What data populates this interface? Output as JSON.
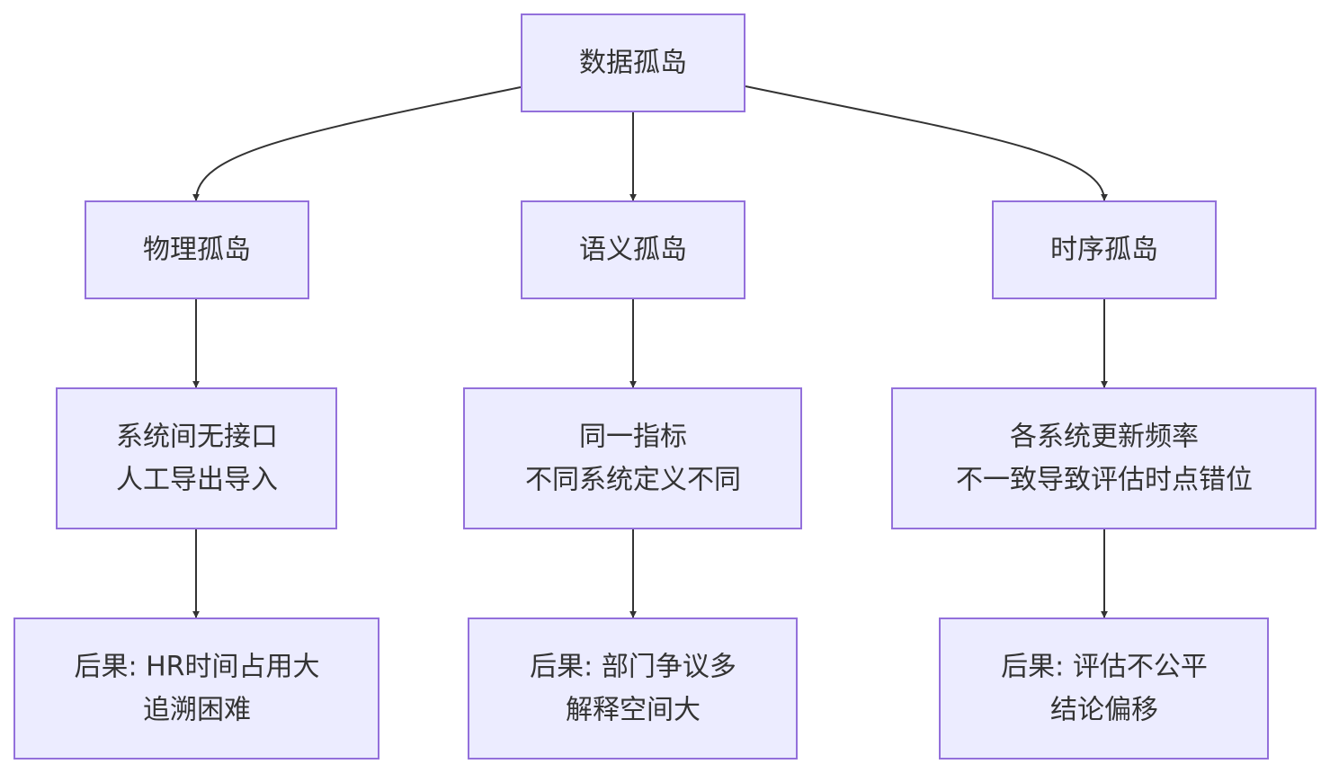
{
  "diagram": {
    "type": "flowchart",
    "nodes": {
      "root": {
        "lines": [
          "数据孤岛"
        ]
      },
      "physical": {
        "lines": [
          "物理孤岛"
        ]
      },
      "semantic": {
        "lines": [
          "语义孤岛"
        ]
      },
      "temporal": {
        "lines": [
          "时序孤岛"
        ]
      },
      "physical_cause": {
        "lines": [
          "系统间无接口",
          "人工导出导入"
        ]
      },
      "semantic_cause": {
        "lines": [
          "同一指标",
          "不同系统定义不同"
        ]
      },
      "temporal_cause": {
        "lines": [
          "各系统更新频率",
          "不一致导致评估时点错位"
        ]
      },
      "physical_effect": {
        "lines": [
          "后果: HR时间占用大",
          "追溯困难"
        ]
      },
      "semantic_effect": {
        "lines": [
          "后果: 部门争议多",
          "解释空间大"
        ]
      },
      "temporal_effect": {
        "lines": [
          "后果: 评估不公平",
          "结论偏移"
        ]
      }
    },
    "edges": [
      {
        "from": "root",
        "to": "physical"
      },
      {
        "from": "root",
        "to": "semantic"
      },
      {
        "from": "root",
        "to": "temporal"
      },
      {
        "from": "physical",
        "to": "physical_cause"
      },
      {
        "from": "semantic",
        "to": "semantic_cause"
      },
      {
        "from": "temporal",
        "to": "temporal_cause"
      },
      {
        "from": "physical_cause",
        "to": "physical_effect"
      },
      {
        "from": "semantic_cause",
        "to": "semantic_effect"
      },
      {
        "from": "temporal_cause",
        "to": "temporal_effect"
      }
    ],
    "colors": {
      "node_fill": "#ECECFF",
      "node_stroke": "#9370DB",
      "edge": "#333333",
      "text": "#333333"
    }
  }
}
